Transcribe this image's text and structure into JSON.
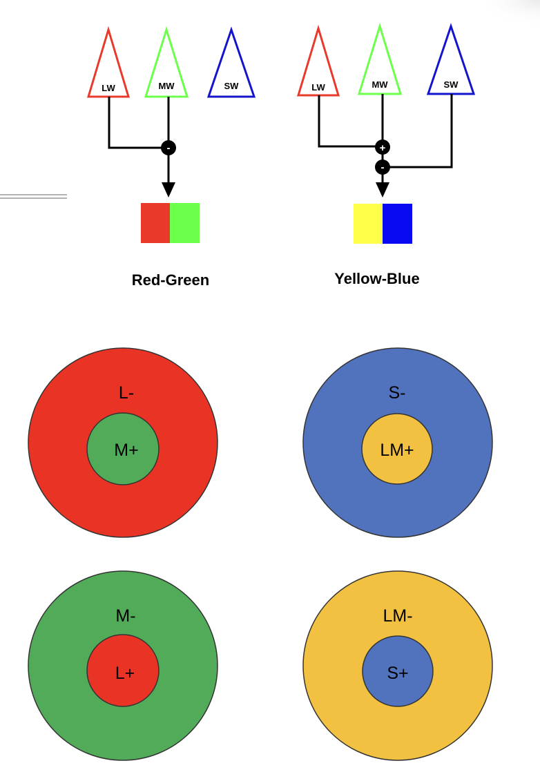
{
  "colors": {
    "lw": "#e8392b",
    "mw": "#6cff4c",
    "sw": "#1414cc",
    "swatch_red": "#e8392b",
    "swatch_green": "#6cff4c",
    "swatch_yellow": "#ffff4a",
    "swatch_blue": "#0a0af0",
    "red": "#e93425",
    "green": "#52ab58",
    "blue": "#5173be",
    "gold": "#f3c142"
  },
  "pathways": [
    {
      "cones": [
        "LW",
        "MW",
        "SW"
      ],
      "signs": [
        "-"
      ],
      "caption": "Red-Green"
    },
    {
      "cones": [
        "LW",
        "MW",
        "SW"
      ],
      "signs": [
        "+",
        "-"
      ],
      "caption": "Yellow-Blue"
    }
  ],
  "receptive_fields": [
    {
      "surround": "L-",
      "center": "M+"
    },
    {
      "surround": "S-",
      "center": "LM+"
    },
    {
      "surround": "M-",
      "center": "L+"
    },
    {
      "surround": "LM-",
      "center": "S+"
    }
  ]
}
